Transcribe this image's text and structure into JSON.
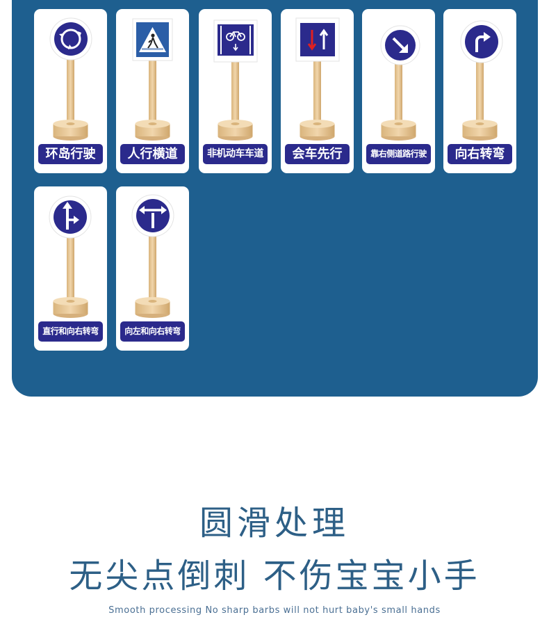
{
  "signs": [
    {
      "label": "环岛行驶",
      "icon": "roundabout-sign"
    },
    {
      "label": "人行横道",
      "icon": "pedestrian-crossing-sign"
    },
    {
      "label": "非机动车车道",
      "icon": "bicycle-lane-sign"
    },
    {
      "label": "会车先行",
      "icon": "oncoming-priority-sign"
    },
    {
      "label": "靠右侧道路行驶",
      "icon": "keep-right-sign"
    },
    {
      "label": "向右转弯",
      "icon": "turn-right-sign"
    },
    {
      "label": "直行和向右转弯",
      "icon": "straight-or-right-sign"
    },
    {
      "label": "向左和向右转弯",
      "icon": "left-or-right-sign"
    }
  ],
  "heading": {
    "title": "圆滑处理",
    "subtitle": "无尖点倒刺  不伤宝宝小手",
    "caption": "Smooth processing No sharp barbs will not hurt baby's small hands"
  },
  "colors": {
    "panel": "#1e5f8f",
    "sign_blue": "#2b2a8c",
    "wood": "#e6c79a",
    "heading": "#2d5f86"
  }
}
